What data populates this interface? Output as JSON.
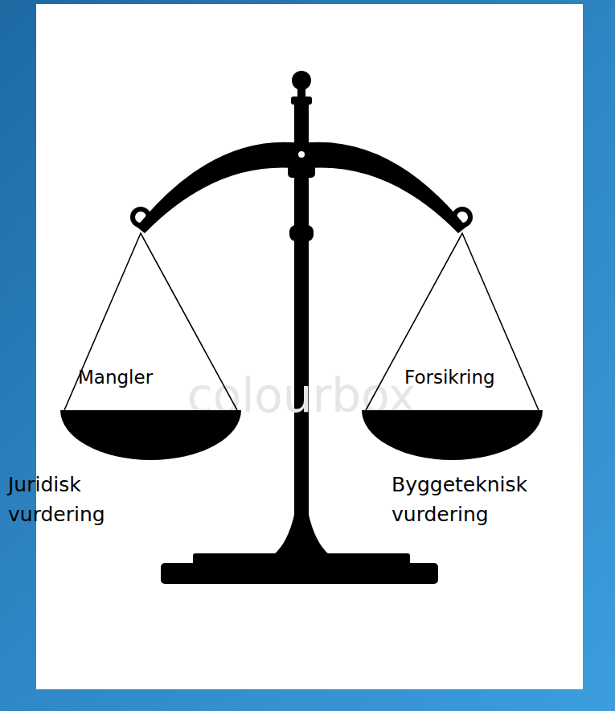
{
  "diagram": {
    "nodes": [
      {
        "text": [
          "Mangler"
        ]
      },
      {
        "text": [
          "Forsikring"
        ]
      }
    ],
    "labels": [
      "colourbox",
      "Juridisk vurdering",
      "Byggeteknisk vurdering"
    ]
  }
}
